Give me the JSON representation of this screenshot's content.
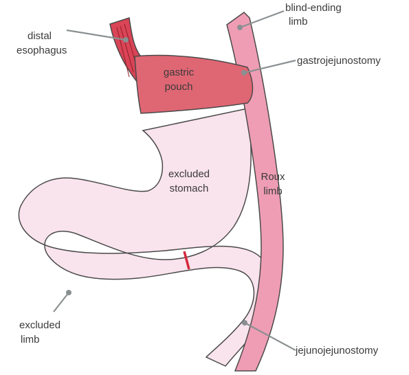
{
  "labels": {
    "distal_esophagus_1": "distal",
    "distal_esophagus_2": "esophagus",
    "blind_ending_1": "blind-ending",
    "blind_ending_2": "limb",
    "gastrojejunostomy": "gastrojejunostomy",
    "gastric_pouch_1": "gastric",
    "gastric_pouch_2": "pouch",
    "excluded_stomach_1": "excluded",
    "excluded_stomach_2": "stomach",
    "roux_limb_1": "Roux",
    "roux_limb_2": "limb",
    "excluded_limb_1": "excluded",
    "excluded_limb_2": "limb",
    "jejunojejunostomy": "jejunojejunostomy"
  },
  "colors": {
    "excluded_stomach": "#f9e3ec",
    "roux_limb": "#ef9db4",
    "gastric_pouch": "#df6673",
    "esophagus": "#d94456",
    "vessel": "#d4283c",
    "leader": "#8a8f91"
  }
}
